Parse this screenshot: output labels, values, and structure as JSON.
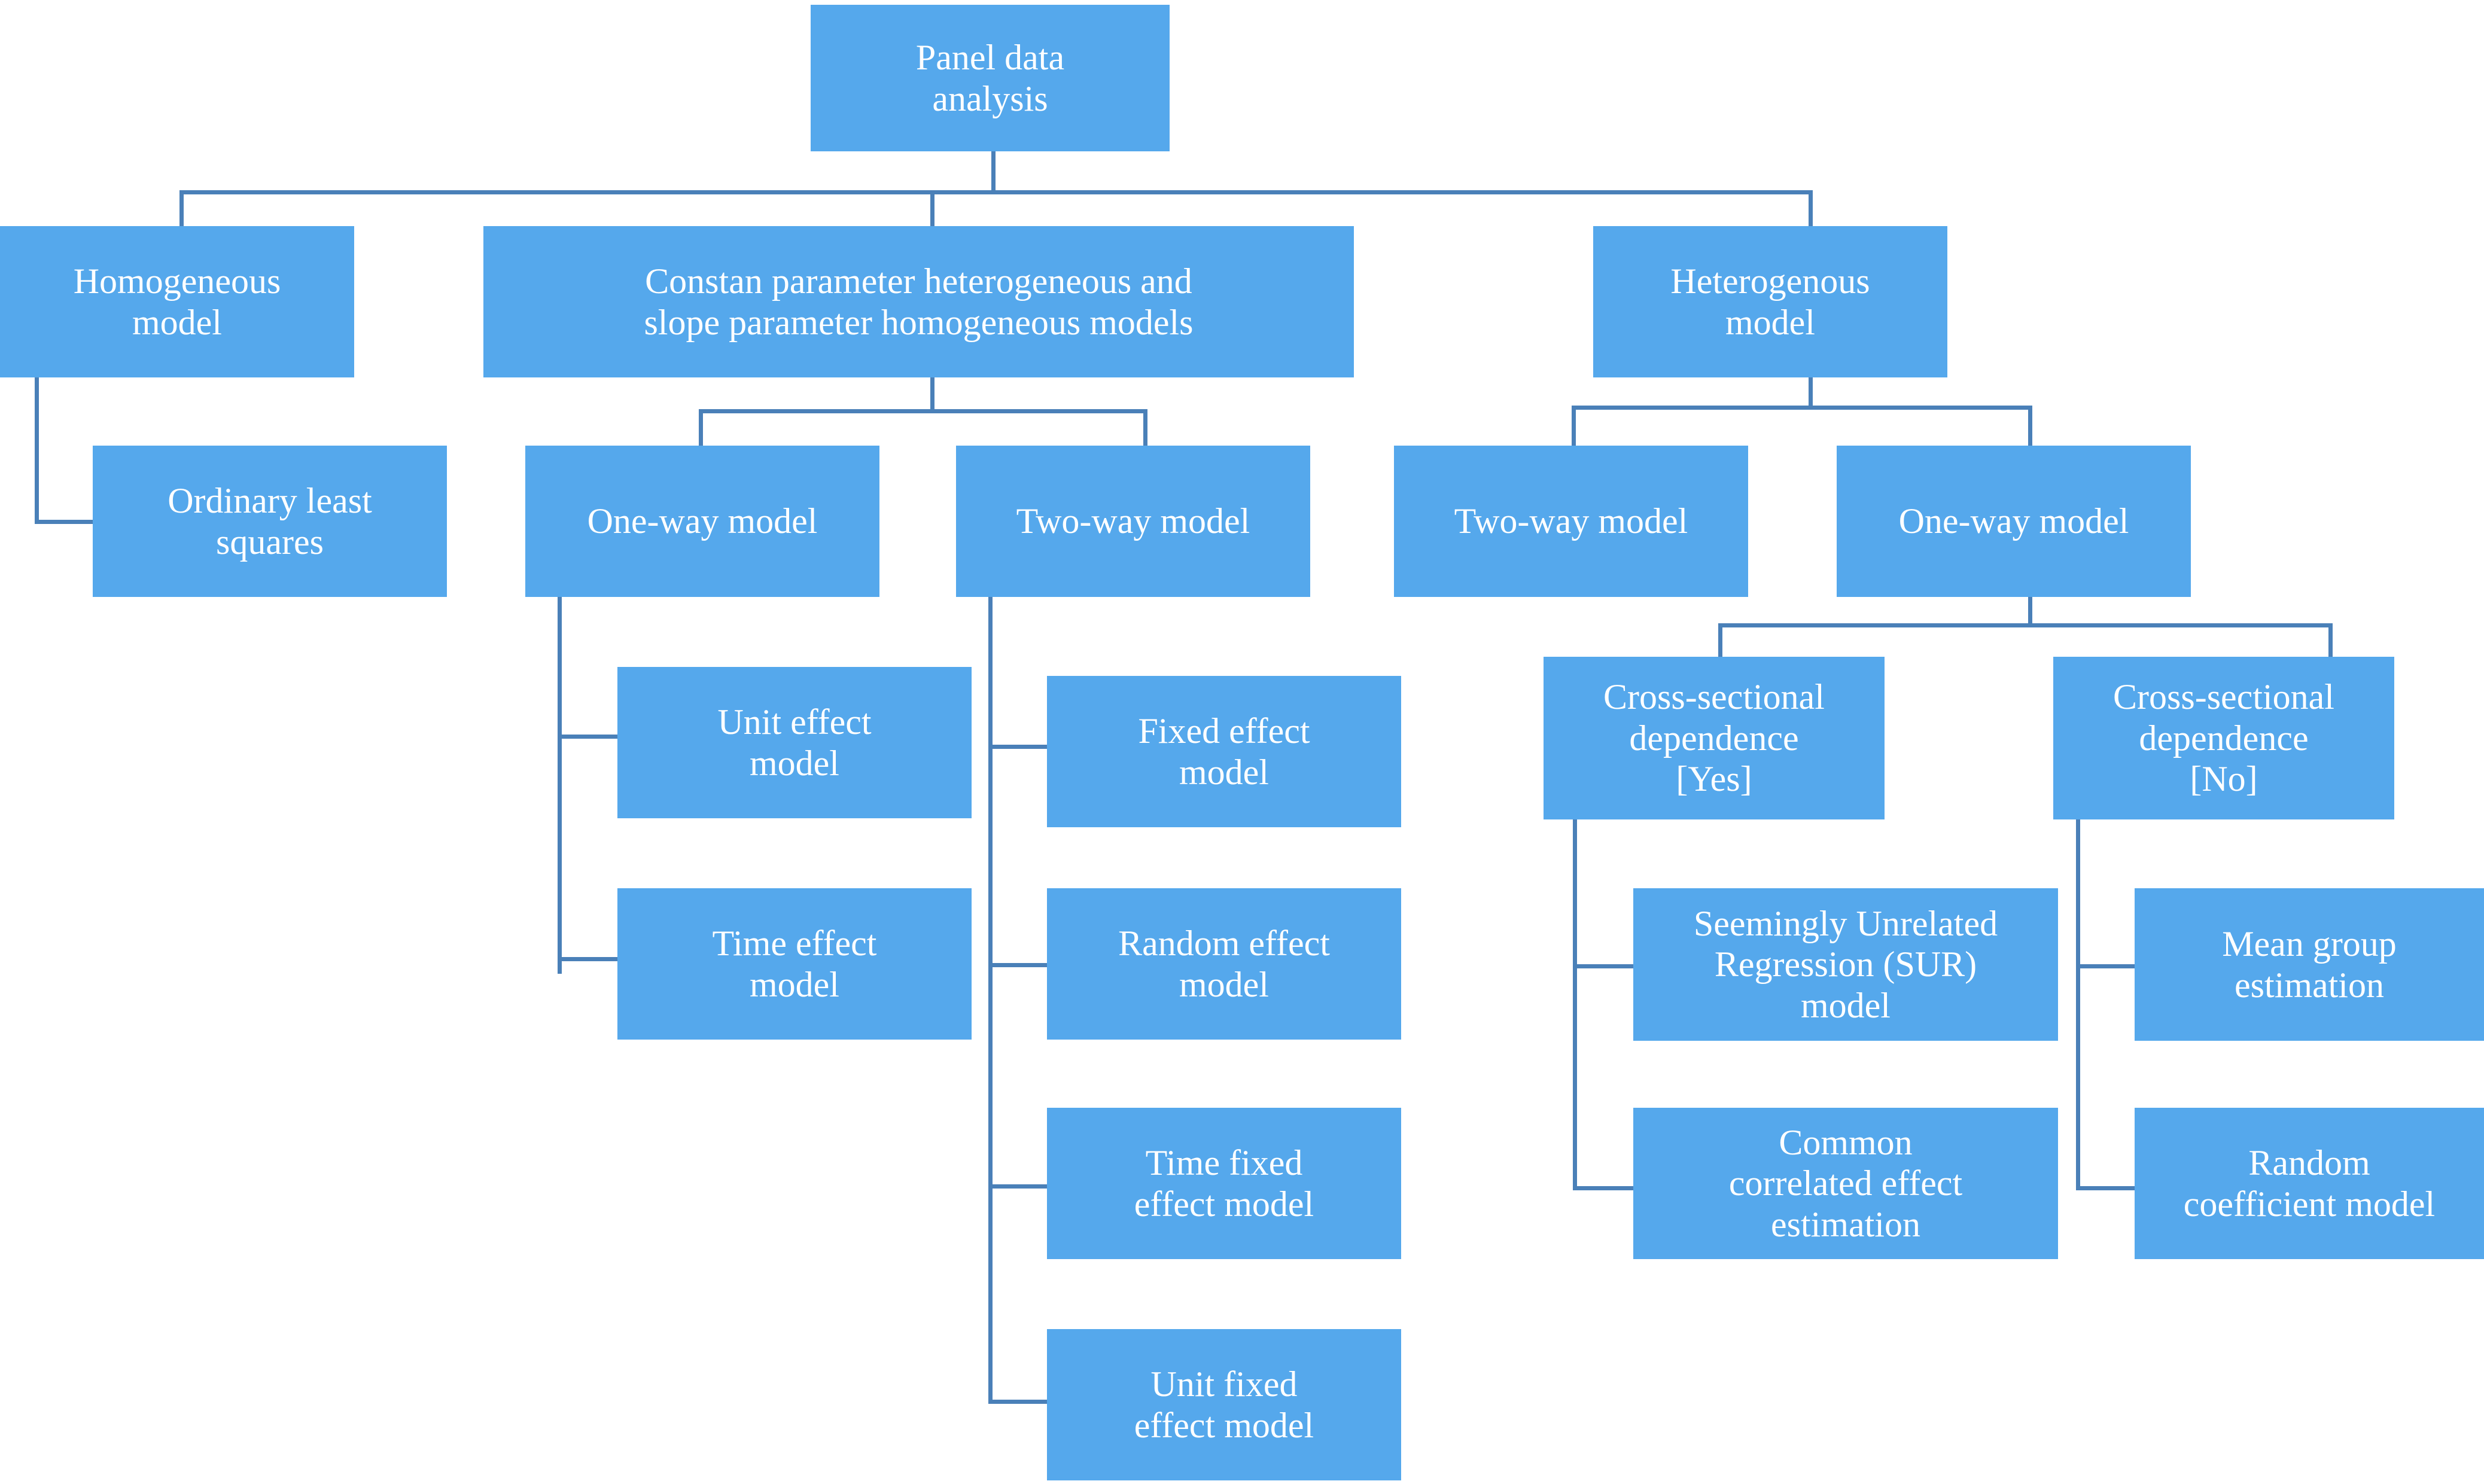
{
  "diagram": {
    "title": "Panel data analysis classification tree",
    "colors": {
      "node_fill": "#55a8ec",
      "node_text": "#ffffff",
      "connector": "#4a80b8",
      "background": "#ffffff"
    },
    "nodes": {
      "root": "Panel data\nanalysis",
      "homogeneous_model": "Homogeneous\nmodel",
      "constant_param": "Constan parameter heterogeneous and\nslope parameter homogeneous models",
      "heterogenous_model": "Heterogenous\nmodel",
      "ordinary_least_squares": "Ordinary least\nsquares",
      "one_way_model_left": "One-way model",
      "two_way_model_left": "Two-way model",
      "two_way_model_right": "Two-way model",
      "one_way_model_right": "One-way model",
      "unit_effect_model": "Unit effect\nmodel",
      "time_effect_model": "Time effect\nmodel",
      "fixed_effect_model": "Fixed effect\nmodel",
      "random_effect_model": "Random effect\nmodel",
      "time_fixed_effect_model": "Time fixed\neffect model",
      "unit_fixed_effect_model": "Unit fixed\neffect model",
      "cross_sectional_yes": "Cross-sectional\ndependence\n[Yes]",
      "cross_sectional_no": "Cross-sectional\ndependence\n[No]",
      "sur_model": "Seemingly Unrelated\nRegression (SUR)\nmodel",
      "common_correlated": "Common\ncorrelated effect\nestimation",
      "mean_group": "Mean group\nestimation",
      "random_coefficient": "Random\ncoefficient model"
    }
  }
}
